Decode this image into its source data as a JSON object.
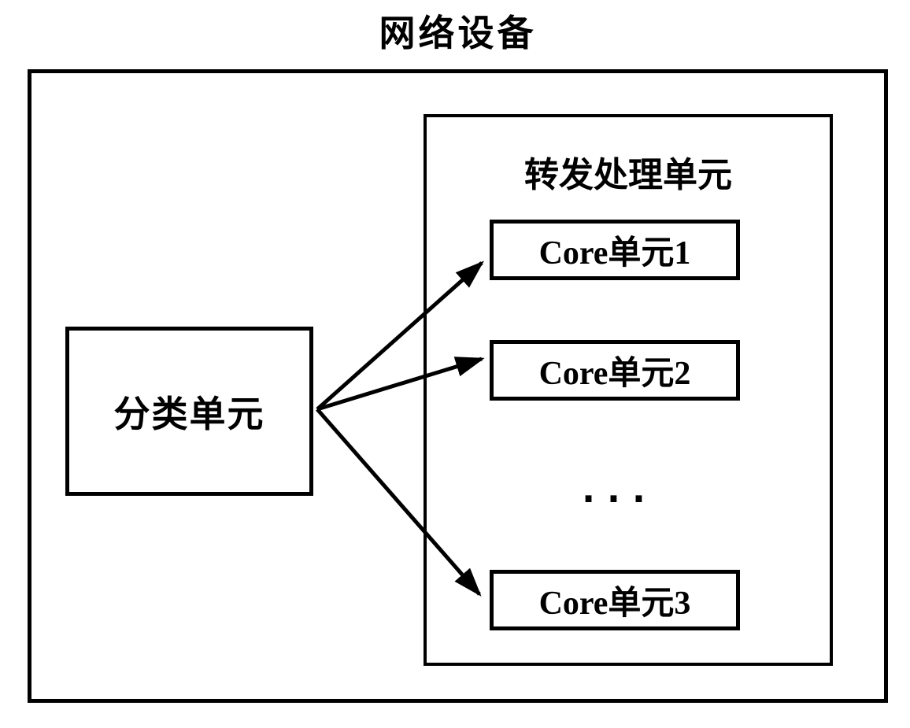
{
  "title": "网络设备",
  "colors": {
    "line": "#000000",
    "background": "#ffffff",
    "text": "#000000"
  },
  "classification_unit": {
    "label": "分类单元"
  },
  "forwarding_unit": {
    "label": "转发处理单元",
    "core_units": [
      {
        "label": "Core单元1"
      },
      {
        "label": "Core单元2"
      },
      {
        "label": "Core单元3"
      }
    ],
    "ellipsis": "..."
  },
  "connections": [
    {
      "from": "分类单元",
      "to": "Core单元1"
    },
    {
      "from": "分类单元",
      "to": "Core单元2"
    },
    {
      "from": "分类单元",
      "to": "Core单元3"
    }
  ]
}
